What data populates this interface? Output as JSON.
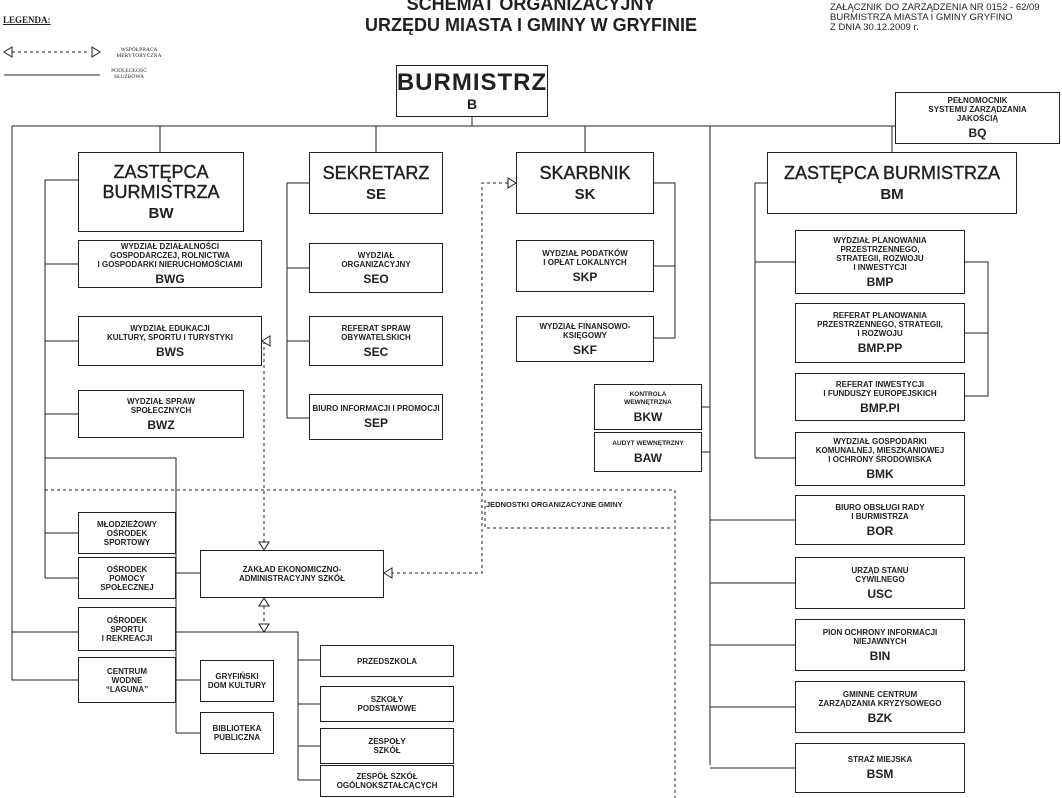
{
  "title": [
    "SCHEMAT ORGANIZACYJNY",
    "URZĘDU MIASTA I GMINY W GRYFINIE"
  ],
  "annex": [
    "ZAŁĄCZNIK DO ZARZĄDZENIA NR 0152 - 62/09",
    "BURMISTRZA MIASTA I GMINY GRYFINO",
    "Z DNIA  30.12.2009 r."
  ],
  "legend": {
    "heading": "LEGENDA:",
    "cooperation": "WSPÓŁPRACA MERYTORYCZNA",
    "subordination": "PODLEGŁOŚĆ SŁUŻBOWA"
  },
  "units_label": "JEDNOSTKI ORGANIZACYJNE GMINY",
  "boxes": [
    {
      "id": "B",
      "lines": [
        "BURMISTRZ"
      ],
      "code": "B"
    },
    {
      "id": "BQ",
      "lines": [
        "PEŁNOMOCNIK",
        "SYSTEMU ZARZĄDZANIA",
        "JAKOŚCIĄ"
      ],
      "code": "BQ"
    },
    {
      "id": "BW",
      "lines": [
        "ZASTĘPCA",
        "BURMISTRZA"
      ],
      "code": "BW"
    },
    {
      "id": "SE",
      "lines": [
        "SEKRETARZ"
      ],
      "code": "SE"
    },
    {
      "id": "SK",
      "lines": [
        "SKARBNIK"
      ],
      "code": "SK"
    },
    {
      "id": "BM",
      "lines": [
        "ZASTĘPCA BURMISTRZA"
      ],
      "code": "BM"
    },
    {
      "id": "BWG",
      "lines": [
        "WYDZIAŁ DZIAŁALNOŚCI",
        "GOSPODARCZEJ, ROLNICTWA",
        "I GOSPODARKI NIERUCHOMOŚCIAMI"
      ],
      "code": "BWG"
    },
    {
      "id": "BWS",
      "lines": [
        "WYDZIAŁ EDUKACJI",
        "KULTURY, SPORTU I TURYSTYKI"
      ],
      "code": "BWS"
    },
    {
      "id": "BWZ",
      "lines": [
        "WYDZIAŁ SPRAW",
        "SPOŁECZNYCH"
      ],
      "code": "BWZ"
    },
    {
      "id": "SEO",
      "lines": [
        "WYDZIAŁ",
        "ORGANIZACYJNY"
      ],
      "code": "SEO"
    },
    {
      "id": "SEC",
      "lines": [
        "REFERAT SPRAW",
        "OBYWATELSKICH"
      ],
      "code": "SEC"
    },
    {
      "id": "SEP",
      "lines": [
        "BIURO INFORMACJI I PROMOCJI"
      ],
      "code": "SEP"
    },
    {
      "id": "SKP",
      "lines": [
        "WYDZIAŁ PODATKÓW",
        "I OPŁAT LOKALNYCH"
      ],
      "code": "SKP"
    },
    {
      "id": "SKF",
      "lines": [
        "WYDZIAŁ FINANSOWO-",
        "KSIĘGOWY"
      ],
      "code": "SKF"
    },
    {
      "id": "BKW",
      "lines": [
        "KONTROLA",
        "WEWNĘTRZNA"
      ],
      "code": "BKW"
    },
    {
      "id": "BAW",
      "lines": [
        "AUDYT WEWNĘTRZNY"
      ],
      "code": "BAW"
    },
    {
      "id": "BMP",
      "lines": [
        "WYDZIAŁ PLANOWANIA",
        "PRZESTRZENNEGO,",
        "STRATEGII, ROZWOJU",
        "I INWESTYCJI"
      ],
      "code": "BMP"
    },
    {
      "id": "BMPPP",
      "lines": [
        "REFERAT PLANOWANIA",
        "PRZESTRZENNEGO, STRATEGII,",
        "I ROZWOJU"
      ],
      "code": "BMP.PP"
    },
    {
      "id": "BMPPI",
      "lines": [
        "REFERAT INWESTYCJI",
        "I FUNDUSZY EUROPEJSKICH"
      ],
      "code": "BMP.PI"
    },
    {
      "id": "BMK",
      "lines": [
        "WYDZIAŁ GOSPODARKI",
        "KOMUNALNEJ, MIESZKANIOWEJ",
        "I OCHRONY ŚRODOWISKA"
      ],
      "code": "BMK"
    },
    {
      "id": "BOR",
      "lines": [
        "BIURO OBSŁUGI RADY",
        "I BURMISTRZA"
      ],
      "code": "BOR"
    },
    {
      "id": "USC",
      "lines": [
        "URZĄD STANU",
        "CYWILNEGO"
      ],
      "code": "USC"
    },
    {
      "id": "BIN",
      "lines": [
        "PION OCHRONY INFORMACJI",
        "NIEJAWNYCH"
      ],
      "code": "BIN"
    },
    {
      "id": "BZK",
      "lines": [
        "GMINNE CENTRUM",
        "ZARZĄDZANIA KRYZYSOWEGO"
      ],
      "code": "BZK"
    },
    {
      "id": "BSM",
      "lines": [
        "STRAŻ MIEJSKA"
      ],
      "code": "BSM"
    },
    {
      "id": "MOS",
      "lines": [
        "MŁODZIEŻOWY",
        "OŚRODEK",
        "SPORTOWY"
      ]
    },
    {
      "id": "OPS",
      "lines": [
        "OŚRODEK",
        "POMOCY",
        "SPOŁECZNEJ"
      ]
    },
    {
      "id": "OSIR",
      "lines": [
        "OŚRODEK",
        "SPORTU",
        "I REKREACJI"
      ]
    },
    {
      "id": "CW",
      "lines": [
        "CENTRUM",
        "WODNE",
        "“LAGUNA”"
      ]
    },
    {
      "id": "ZEA",
      "lines": [
        "ZAKŁAD EKONOMICZNO-",
        "ADMINISTRACYJNY SZKÓŁ"
      ]
    },
    {
      "id": "GDK",
      "lines": [
        "GRYFIŃSKI",
        "DOM KULTURY"
      ]
    },
    {
      "id": "BP",
      "lines": [
        "BIBLIOTEKA",
        "PUBLICZNA"
      ]
    },
    {
      "id": "PRZ",
      "lines": [
        "PRZEDSZKOLA"
      ]
    },
    {
      "id": "SP",
      "lines": [
        "SZKOŁY",
        "PODSTAWOWE"
      ]
    },
    {
      "id": "ZS",
      "lines": [
        "ZESPOŁY",
        "SZKÓŁ"
      ]
    },
    {
      "id": "ZSO",
      "lines": [
        "ZESPÓŁ SZKÓŁ",
        "OGÓLNOKSZTAŁCĄCYCH"
      ]
    }
  ]
}
